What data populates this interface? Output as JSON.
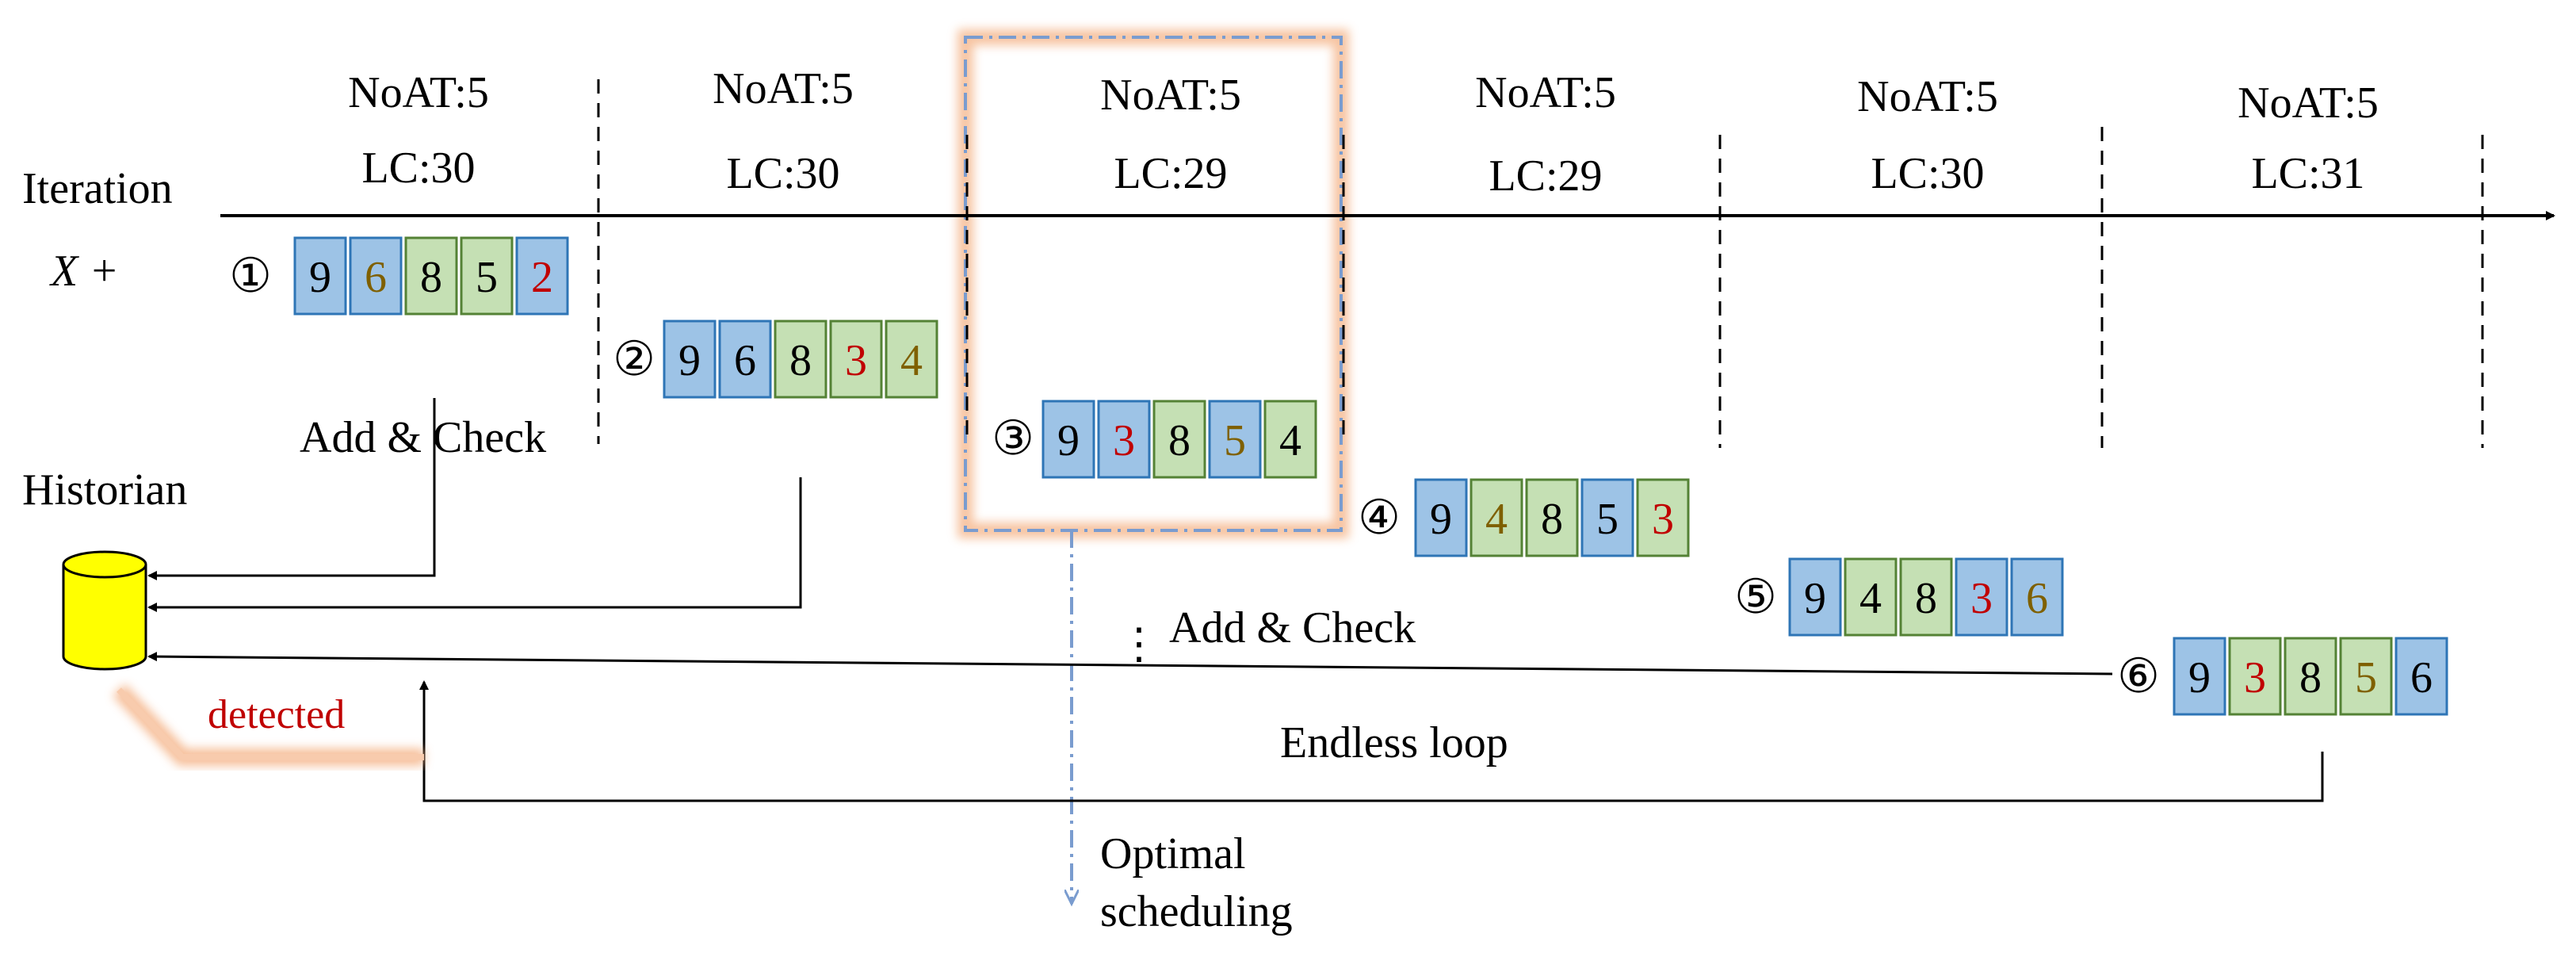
{
  "colors": {
    "blue_cell_fill": "#9dc3e6",
    "blue_cell_stroke": "#2e75b6",
    "green_cell_fill": "#c5e0b4",
    "green_cell_stroke": "#548235",
    "red_text": "#c00000",
    "olive_text": "#7f6000",
    "historian_fill": "#ffff00",
    "highlight_orange": "#f4b183"
  },
  "axis": {
    "label_line1": "Iteration",
    "label_line2": "X +"
  },
  "columns": [
    {
      "noat": "NoAT:5",
      "lc": "LC:30"
    },
    {
      "noat": "NoAT:5",
      "lc": "LC:30"
    },
    {
      "noat": "NoAT:5",
      "lc": "LC:29"
    },
    {
      "noat": "NoAT:5",
      "lc": "LC:29"
    },
    {
      "noat": "NoAT:5",
      "lc": "LC:30"
    },
    {
      "noat": "NoAT:5",
      "lc": "LC:31"
    }
  ],
  "schedules": [
    {
      "marker": "①",
      "cells": [
        {
          "v": "9",
          "fill": "blue",
          "text": "black"
        },
        {
          "v": "6",
          "fill": "blue",
          "text": "olive"
        },
        {
          "v": "8",
          "fill": "green",
          "text": "black"
        },
        {
          "v": "5",
          "fill": "green",
          "text": "black"
        },
        {
          "v": "2",
          "fill": "blue",
          "text": "red"
        }
      ]
    },
    {
      "marker": "②",
      "cells": [
        {
          "v": "9",
          "fill": "blue",
          "text": "black"
        },
        {
          "v": "6",
          "fill": "blue",
          "text": "black"
        },
        {
          "v": "8",
          "fill": "green",
          "text": "black"
        },
        {
          "v": "3",
          "fill": "green",
          "text": "red"
        },
        {
          "v": "4",
          "fill": "green",
          "text": "olive"
        }
      ]
    },
    {
      "marker": "③",
      "cells": [
        {
          "v": "9",
          "fill": "blue",
          "text": "black"
        },
        {
          "v": "3",
          "fill": "blue",
          "text": "red"
        },
        {
          "v": "8",
          "fill": "green",
          "text": "black"
        },
        {
          "v": "5",
          "fill": "blue",
          "text": "olive"
        },
        {
          "v": "4",
          "fill": "green",
          "text": "black"
        }
      ]
    },
    {
      "marker": "④",
      "cells": [
        {
          "v": "9",
          "fill": "blue",
          "text": "black"
        },
        {
          "v": "4",
          "fill": "green",
          "text": "olive"
        },
        {
          "v": "8",
          "fill": "green",
          "text": "black"
        },
        {
          "v": "5",
          "fill": "blue",
          "text": "black"
        },
        {
          "v": "3",
          "fill": "green",
          "text": "red"
        }
      ]
    },
    {
      "marker": "⑤",
      "cells": [
        {
          "v": "9",
          "fill": "blue",
          "text": "black"
        },
        {
          "v": "4",
          "fill": "green",
          "text": "black"
        },
        {
          "v": "8",
          "fill": "green",
          "text": "black"
        },
        {
          "v": "3",
          "fill": "blue",
          "text": "red"
        },
        {
          "v": "6",
          "fill": "blue",
          "text": "olive"
        }
      ]
    },
    {
      "marker": "⑥",
      "cells": [
        {
          "v": "9",
          "fill": "blue",
          "text": "black"
        },
        {
          "v": "3",
          "fill": "green",
          "text": "red"
        },
        {
          "v": "8",
          "fill": "green",
          "text": "black"
        },
        {
          "v": "5",
          "fill": "green",
          "text": "olive"
        },
        {
          "v": "6",
          "fill": "blue",
          "text": "black"
        }
      ]
    }
  ],
  "labels": {
    "add_check_top": "Add & Check",
    "historian": "Historian",
    "ellipsis": "⋮",
    "add_check_mid": "Add & Check",
    "detected": "detected",
    "endless_loop": "Endless loop",
    "optimal_line1": "Optimal",
    "optimal_line2": "scheduling"
  }
}
